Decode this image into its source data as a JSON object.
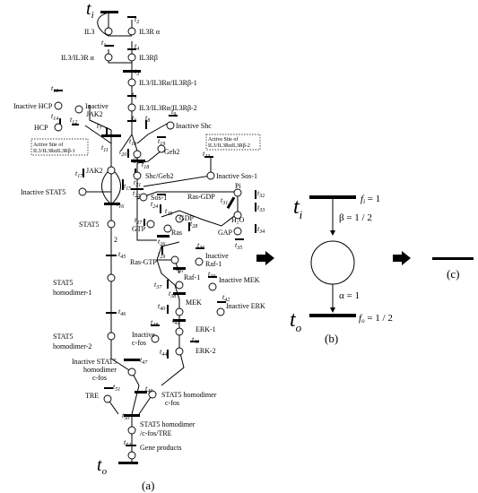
{
  "panel_a": {
    "caption": "(a)",
    "ti": "t",
    "ti_sub": "i",
    "to": "t",
    "to_sub": "o",
    "places": {
      "il3": "IL3",
      "il3ra": "IL3R α",
      "il3_il3ra": "IL3/IL3R α",
      "il3rb": "IL3Rβ",
      "il3_ra_rb1": "IL3/IL3Rα/IL3Rβ-1",
      "il3_ra_rb2": "IL3/IL3Rα/IL3Rβ-2",
      "inactive_hcp": "Inactive HCP",
      "inactive_jak2": "Inactive JAK2",
      "hcp": "HCP",
      "inactive_shc": "Inactive Shc",
      "shc": "Shc",
      "geb2": "Geb2",
      "active_site_1": "Active Site of IL3/IL3RαIL3Rβ-1",
      "active_site_2": "Active Site of IL3/IL3RαIL3Rβ-2",
      "jak2": "JAK2",
      "shc_geb2": "Shc/Geb2",
      "inactive_sos1": "Inactive Sos-1",
      "inactive_stat5": "Inactive STAT5",
      "sos1": "Sos-1",
      "ras_gdp": "Ras-GDP",
      "pi": "Pi",
      "h2o": "H₂O",
      "gap": "GAP",
      "gdp": "GDP",
      "gtp": "GTP",
      "ras": "Ras",
      "stat5": "STAT5",
      "ras_gtp": "Ras-GTP",
      "inactive_raf1": "Inactive Raf-1",
      "raf1": "Raf-1",
      "inactive_mek": "Inactive MEK",
      "mek": "MEK",
      "inactive_erk": "Inactive ERK",
      "stat5_homodimer1": "STAT5 homodimer-1",
      "erk1": "ERK-1",
      "erk2": "ERK-2",
      "stat5_homodimer2": "STAT5 homodimer-2",
      "inactive_cfos": "Inactive c-fos",
      "cfos": "c-fos",
      "inactive_stat5_hcf": "Inactive STAT5 homodimer c-fos",
      "tre": "TRE",
      "stat5_hom_cfos": "STAT5 homodimer c-fos",
      "stat5_hom_cfos_tre": "STAT5 homodimer /c-fos/TRE",
      "gene_products": "Gene products",
      "arc_weight": "2"
    }
  },
  "panel_b": {
    "caption": "(b)",
    "ti": "t",
    "ti_sub": "i",
    "to": "t",
    "to_sub": "o",
    "fi": "f",
    "fi_sub": "i",
    "fi_val": " = 1",
    "beta": "β = 1 / 2",
    "alpha": "α = 1",
    "fo": "f",
    "fo_sub": "o",
    "fo_val": " = 1 / 2"
  },
  "panel_c": {
    "caption": "(c)"
  }
}
